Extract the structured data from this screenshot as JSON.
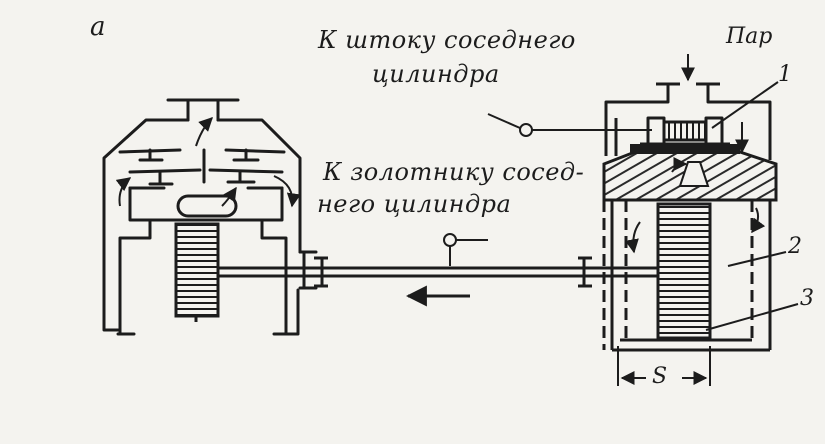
{
  "figure_letter": "а",
  "labels": {
    "to_neighbor_rod_line1": "К штоку соседнего",
    "to_neighbor_rod_line2": "цилиндра",
    "steam": "Пар",
    "num_1": "1",
    "to_neighbor_valve_line1": "К золотнику сосед-",
    "to_neighbor_valve_line2": "него цилиндра",
    "num_2": "2",
    "num_3": "3",
    "stroke": "S"
  },
  "colors": {
    "ink": "#1c1c1c",
    "paper": "#f4f3ef",
    "hatch": "#2a2a2a"
  }
}
